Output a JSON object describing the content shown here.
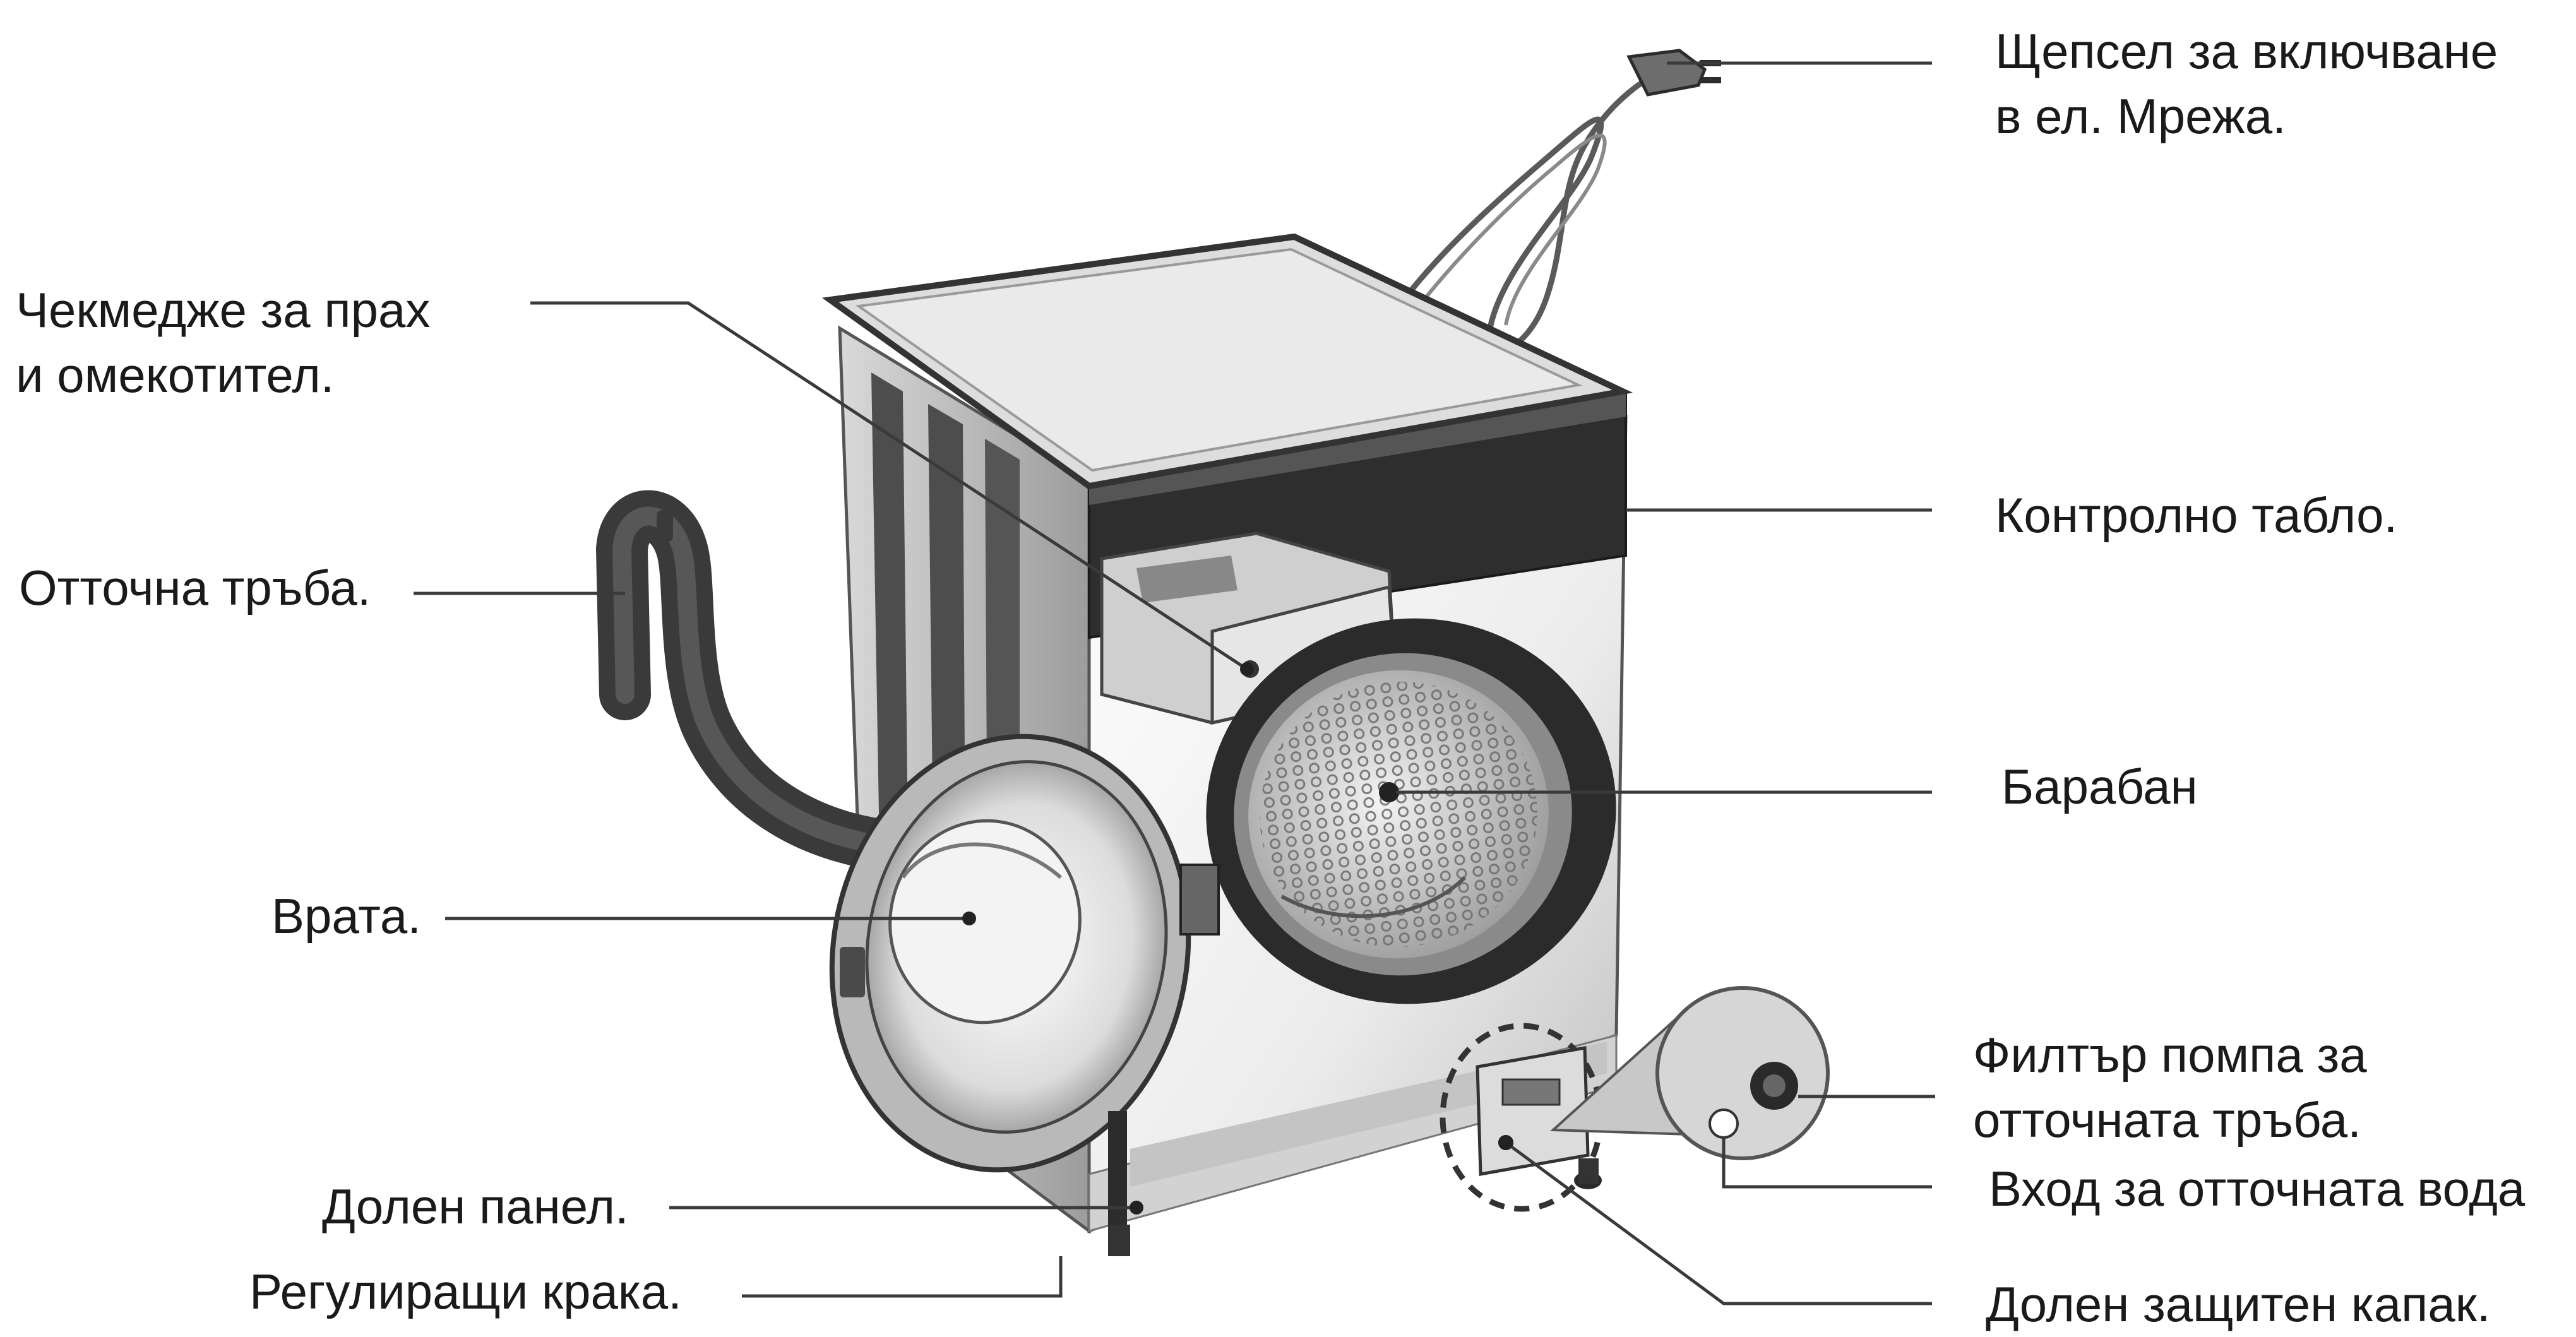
{
  "diagram": {
    "labels": {
      "plug": "Щепсел за включване\nв ел. Мрежа.",
      "drawer": "Чекмедже за прах\nи омекотител.",
      "control_panel": "Контролно табло.",
      "drain_hose": "Отточна тръба.",
      "drum": "Барабан",
      "door": "Врата.",
      "pump_filter": "Филтър помпа за\nотточната тръба.",
      "water_outlet": "Вход за отточната вода",
      "lower_panel": "Долен панел.",
      "adjustable_feet": "Регулиращи крака.",
      "lower_cover": "Долен защитен капак."
    }
  }
}
